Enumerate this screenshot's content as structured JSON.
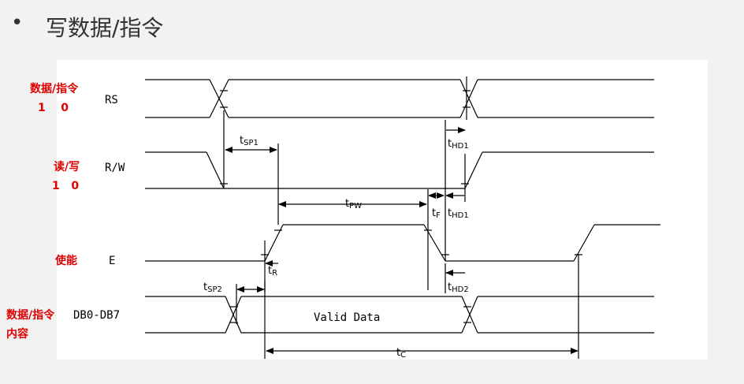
{
  "header": {
    "bullet": "•",
    "title": "写数据/指令"
  },
  "signals": {
    "rs": {
      "cn": "数据/指令",
      "values": "1    0",
      "name": "RS"
    },
    "rw": {
      "cn": "读/写",
      "values": "1   0",
      "name": "R/W"
    },
    "e": {
      "cn": "使能",
      "name": "E"
    },
    "db": {
      "cn_line1": "数据/指令",
      "cn_line2": "内容",
      "name": "DB0-DB7",
      "content": "Valid Data"
    }
  },
  "timings": {
    "tsp1": {
      "t": "t",
      "sub": "SP1"
    },
    "thd1_a": {
      "t": "t",
      "sub": "HD1"
    },
    "tpw": {
      "t": "t",
      "sub": "PW"
    },
    "tf": {
      "t": "t",
      "sub": "F"
    },
    "thd1_b": {
      "t": "t",
      "sub": "HD1"
    },
    "tr": {
      "t": "t",
      "sub": "R"
    },
    "tsp2": {
      "t": "t",
      "sub": "SP2"
    },
    "thd2": {
      "t": "t",
      "sub": "HD2"
    },
    "tc": {
      "t": "t",
      "sub": "C"
    }
  },
  "colors": {
    "label_red": "#e00000",
    "line": "#000000",
    "panel": "#ffffff",
    "background": "#f2f2f2"
  }
}
